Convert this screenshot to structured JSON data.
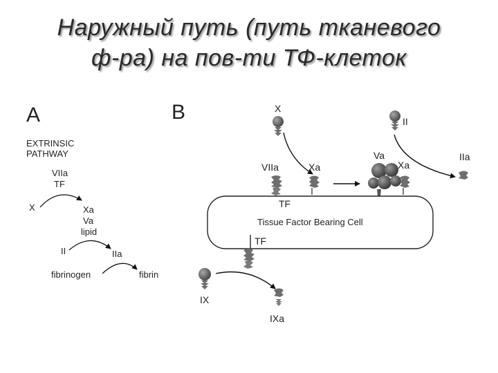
{
  "title": {
    "line1": "Наружный путь (путь тканевого",
    "line2": "ф-ра) на пов-ти ТФ-клеток"
  },
  "panel_a": {
    "label": "A",
    "heading1": "EXTRINSIC",
    "heading2": "PATHWAY",
    "viia": "VIIa",
    "tf": "TF",
    "x": "X",
    "xa": "Xa",
    "va": "Va",
    "lipid": "lipid",
    "ii": "II",
    "iia": "IIa",
    "fibrinogen": "fibrinogen",
    "fibrin": "fibrin"
  },
  "panel_b": {
    "label": "B",
    "x": "X",
    "ii": "II",
    "viia": "VIIa",
    "xa1": "Xa",
    "va": "Va",
    "xa2": "Xa",
    "iia": "IIa",
    "tf_top": "TF",
    "cell": "Tissue Factor Bearing Cell",
    "tf_bottom": "TF",
    "ix": "IX",
    "ixa": "IXa"
  },
  "colors": {
    "title_text": "#2a2a2a",
    "protein": "#6e6e6e",
    "arrow": "#111111"
  }
}
